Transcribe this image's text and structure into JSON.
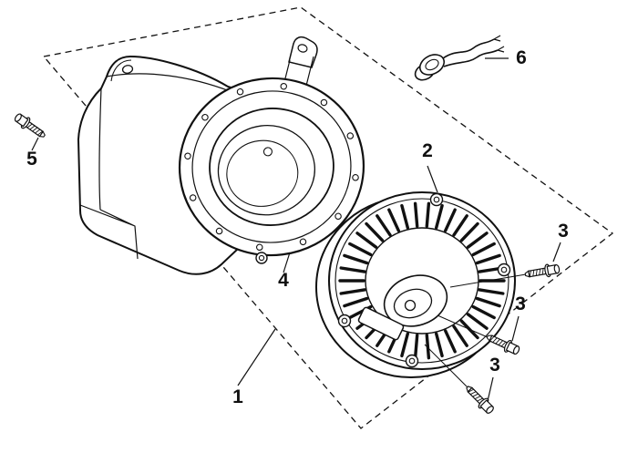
{
  "figure": {
    "background": "#ffffff",
    "line_color": "#111111",
    "callouts": {
      "c1": "1",
      "c2": "2",
      "c3a": "3",
      "c3b": "3",
      "c3c": "3",
      "c4": "4",
      "c5": "5",
      "c6": "6"
    }
  }
}
